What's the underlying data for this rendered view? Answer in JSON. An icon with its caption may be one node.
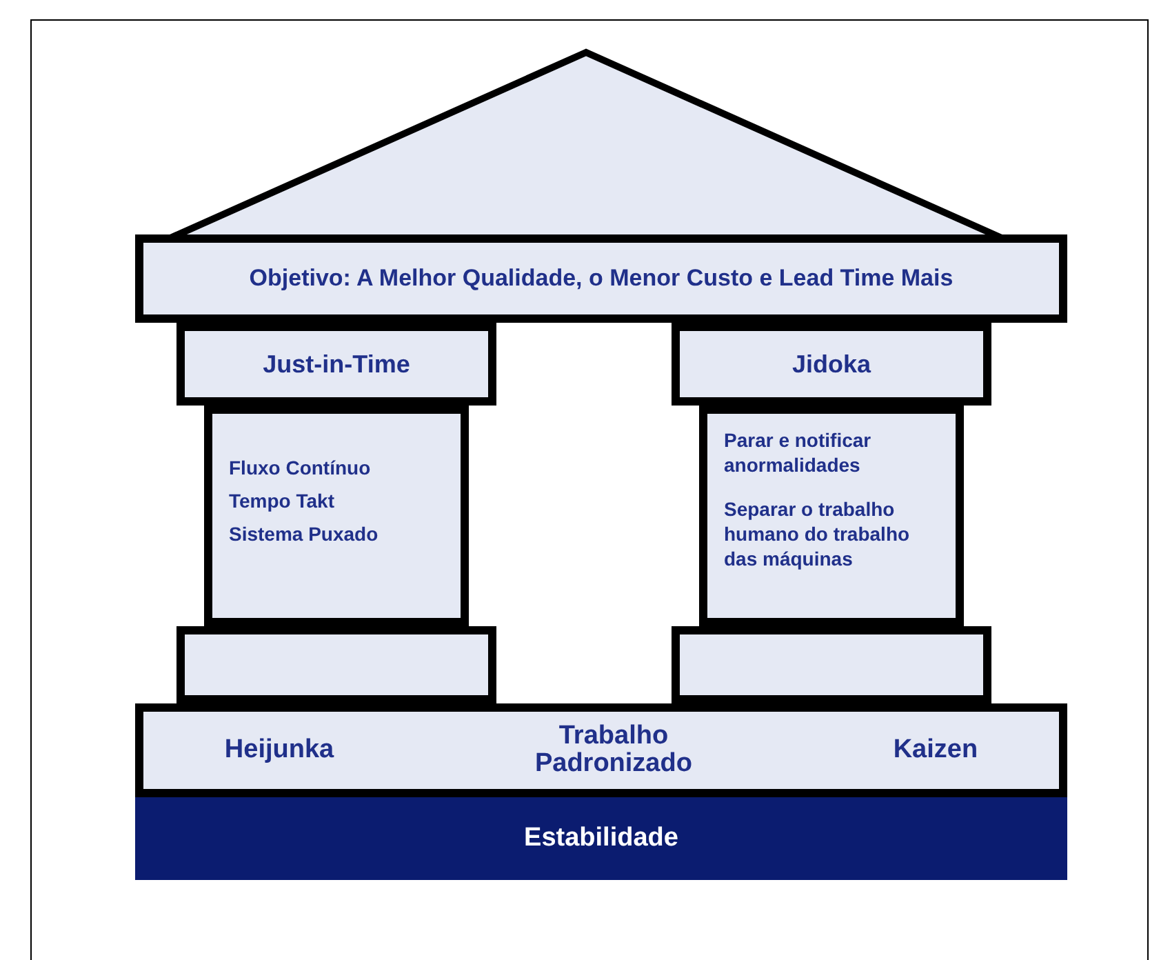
{
  "diagram": {
    "nodes": [
      {
        "text": [
          "Objetivo: A Melhor Qualidade, o Menor Custo e Lead Time Mais"
        ]
      },
      {
        "text": [
          "Just-in-Time"
        ]
      },
      {
        "text": [
          "Fluxo Contínuo",
          "Tempo Takt",
          "Sistema Puxado"
        ]
      },
      {
        "text": [],
        "shape": "box"
      },
      {
        "text": [
          "Jidoka"
        ]
      },
      {
        "text": [
          "Parar e notificar anormalidades",
          "Separar o trabalho humano do trabalho das máquinas"
        ]
      },
      {
        "text": [],
        "shape": "box"
      },
      {
        "text": [
          "Heijunka",
          "Trabalho Padronizado",
          "Kaizen"
        ]
      },
      {
        "text": [
          "Estabilidade"
        ]
      }
    ]
  }
}
